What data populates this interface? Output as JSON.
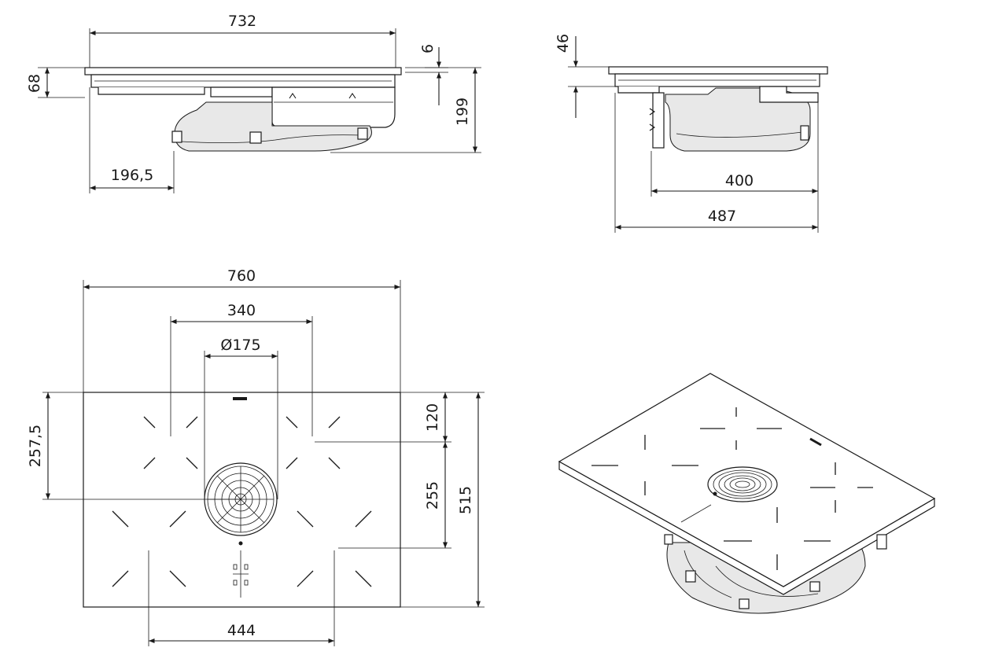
{
  "drawing": {
    "side_view_front": {
      "dim_width": "732",
      "dim_glass_thickness": "6",
      "dim_glass_edge": "68",
      "dim_total_depth": "199",
      "dim_offset": "196,5"
    },
    "side_view_lateral": {
      "dim_top": "46",
      "dim_motor": "400",
      "dim_depth": "487"
    },
    "top_view": {
      "dim_width": "760",
      "dim_zone_span": "340",
      "dim_extractor_diameter": "Ø175",
      "dim_left_offset": "257,5",
      "dim_top_offset": "120",
      "dim_zone_depth": "255",
      "dim_depth": "515",
      "dim_bottom_span": "444"
    }
  },
  "colors": {
    "line": "#1a1a1a",
    "background": "#ffffff",
    "fill": "#e8e8e8"
  }
}
